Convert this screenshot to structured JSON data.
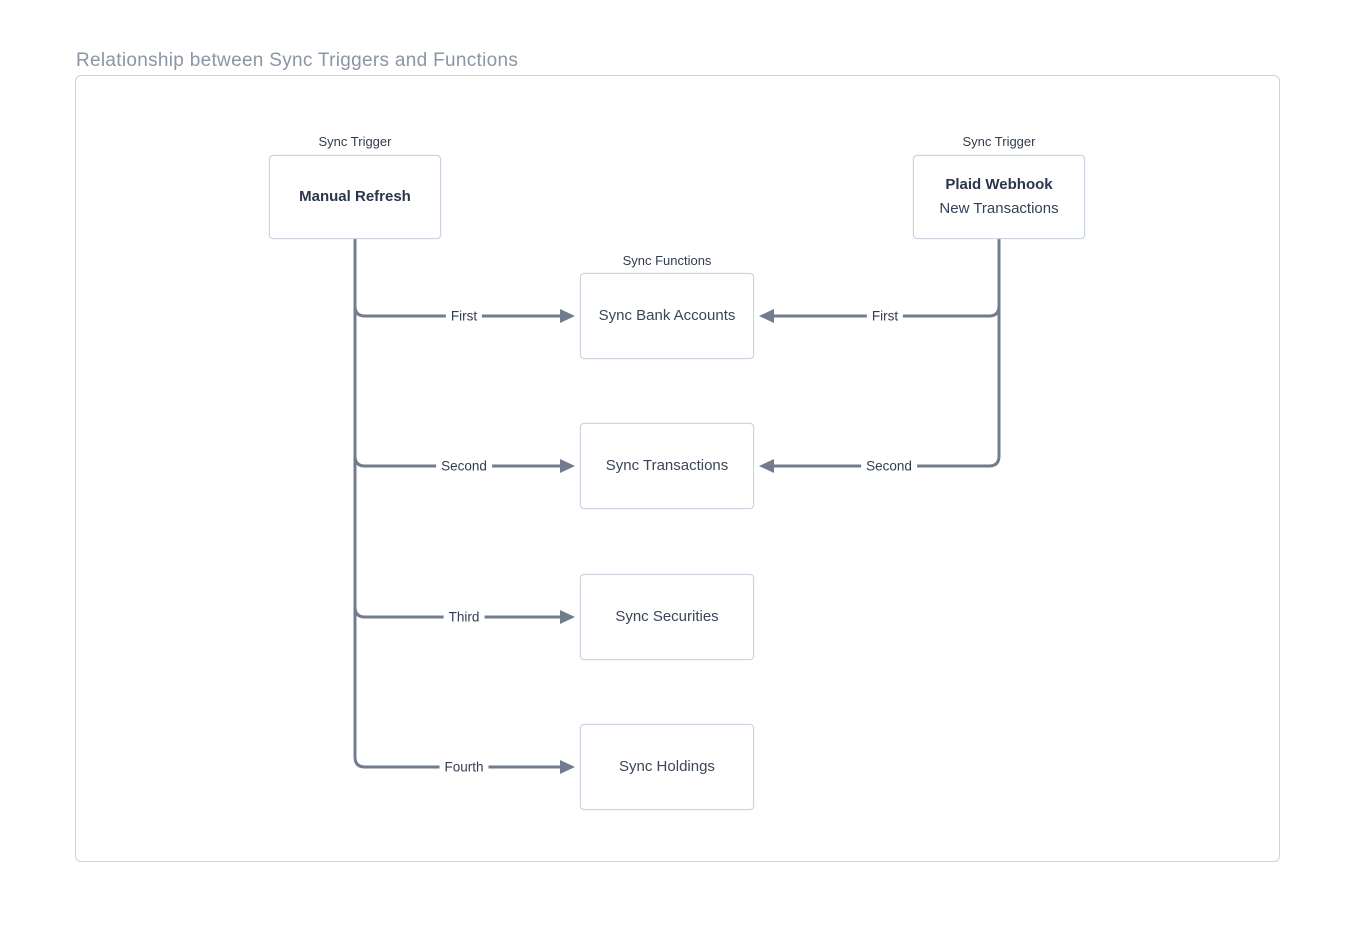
{
  "page": {
    "title": "Relationship between Sync Triggers and Functions"
  },
  "diagram": {
    "trigger_group_label": "Sync Trigger",
    "functions_group_label": "Sync Functions",
    "triggers": [
      {
        "id": "manual-refresh",
        "title": "Manual Refresh",
        "subtitle": ""
      },
      {
        "id": "plaid-webhook",
        "title": "Plaid Webhook",
        "subtitle": "New Transactions"
      }
    ],
    "functions": [
      {
        "id": "sync-bank-accounts",
        "name": "Sync Bank Accounts"
      },
      {
        "id": "sync-transactions",
        "name": "Sync Transactions"
      },
      {
        "id": "sync-securities",
        "name": "Sync Securities"
      },
      {
        "id": "sync-holdings",
        "name": "Sync Holdings"
      }
    ],
    "edges": {
      "manual_refresh": [
        {
          "order": "First",
          "target": "Sync Bank Accounts"
        },
        {
          "order": "Second",
          "target": "Sync Transactions"
        },
        {
          "order": "Third",
          "target": "Sync Securities"
        },
        {
          "order": "Fourth",
          "target": "Sync Holdings"
        }
      ],
      "plaid_webhook": [
        {
          "order": "First",
          "target": "Sync Bank Accounts"
        },
        {
          "order": "Second",
          "target": "Sync Transactions"
        }
      ]
    },
    "colors": {
      "background": "#ffffff",
      "title_text": "#8a95a5",
      "container_border": "#c9d3df",
      "node_border": "#cbd4df",
      "node_title_text": "#2a3649",
      "node_text": "#3a4557",
      "connector_line": "#717d8c",
      "edge_label_text": "#323e50"
    }
  }
}
